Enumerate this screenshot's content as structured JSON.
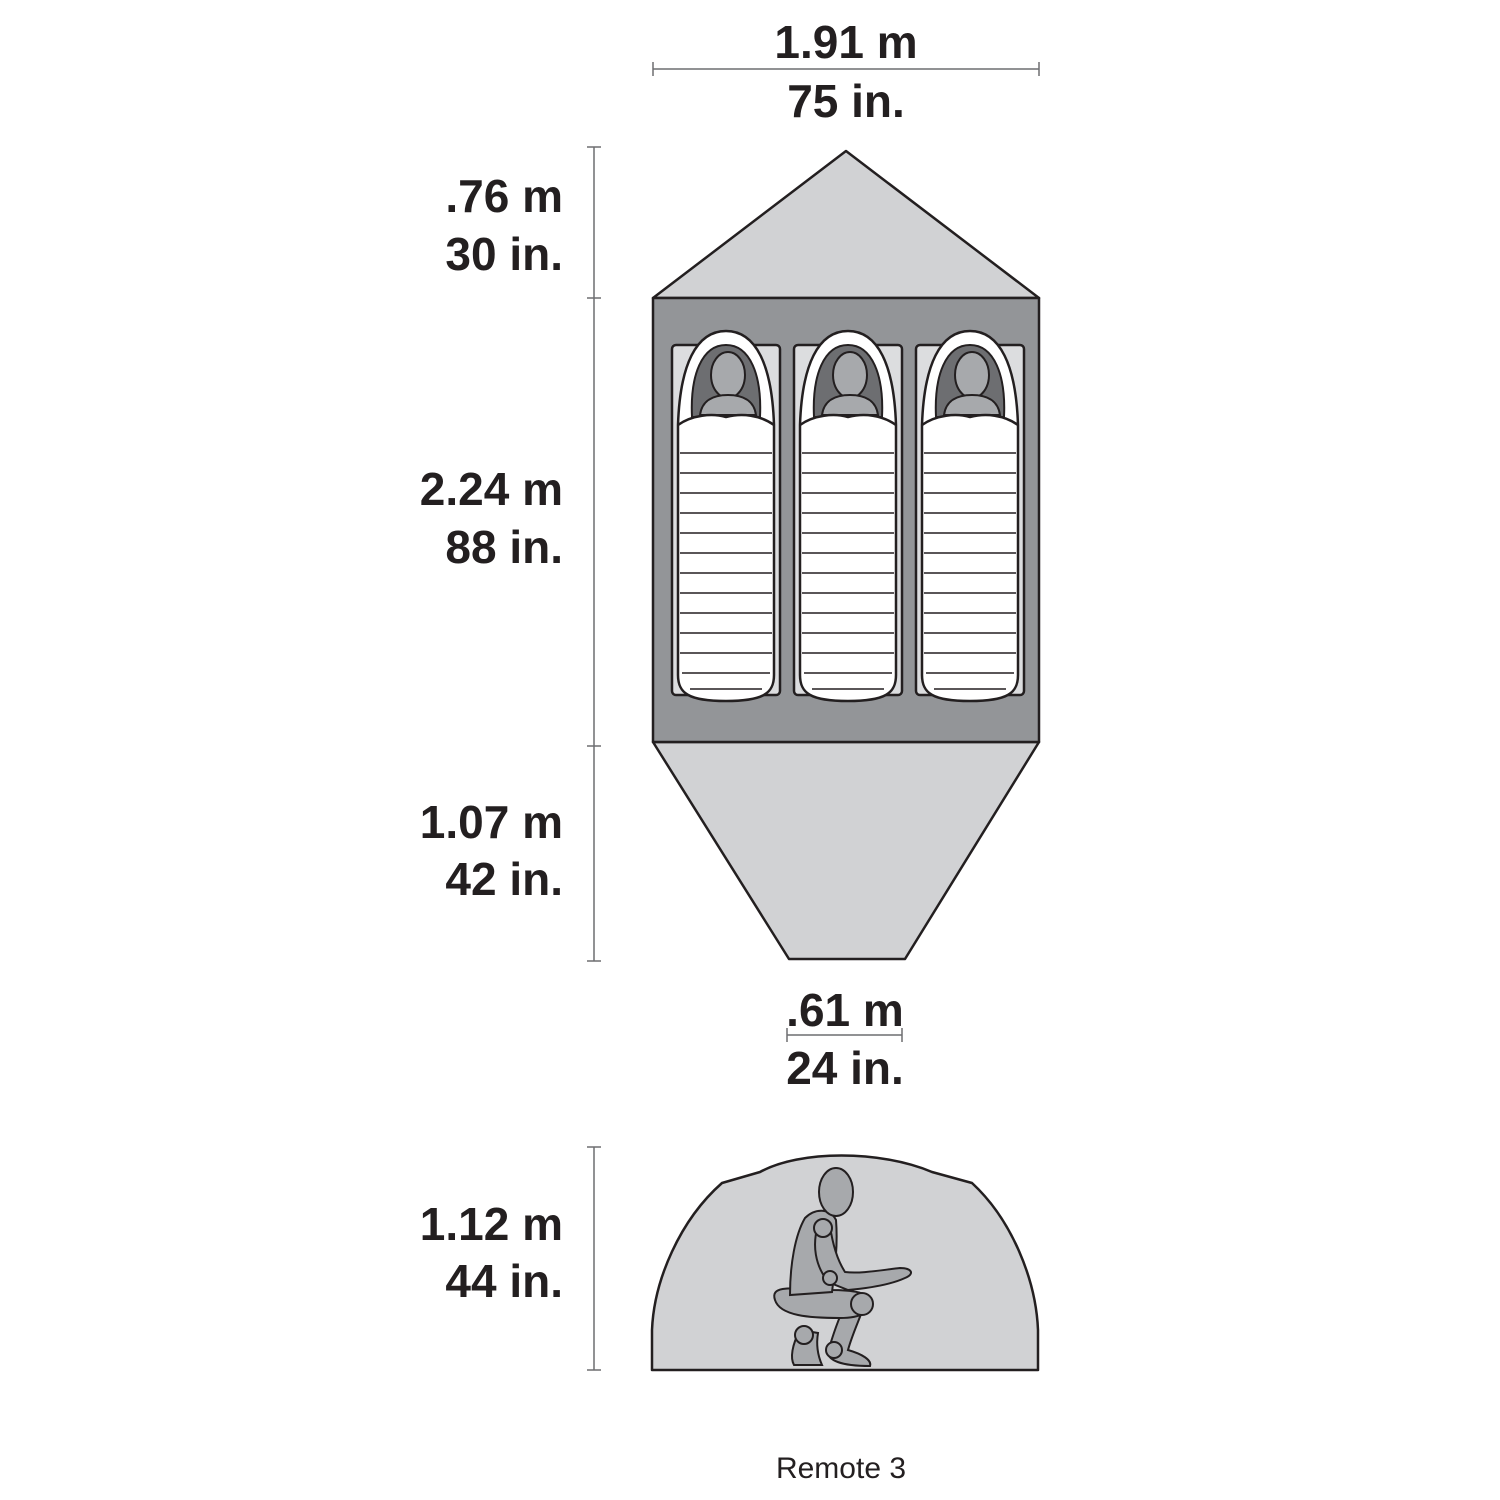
{
  "diagram": {
    "caption": "Remote 3",
    "colors": {
      "vestibule": "#d1d2d4",
      "tent_floor": "#939598",
      "pad": "#dcdddf",
      "bag": "#ffffff",
      "figure": "#a7a9ac",
      "hood": "#6d6e71",
      "outline": "#231f20",
      "dimension_line": "#6d6e71",
      "text": "#231f20"
    },
    "dimensions": {
      "total_width": {
        "metric": "1.91 m",
        "imperial": "75 in."
      },
      "front_vestibule": {
        "metric": ".76 m",
        "imperial": "30 in."
      },
      "floor_length": {
        "metric": "2.24 m",
        "imperial": "88 in."
      },
      "rear_vestibule": {
        "metric": "1.07 m",
        "imperial": "42 in."
      },
      "rear_width": {
        "metric": ".61 m",
        "imperial": "24 in."
      },
      "peak_height": {
        "metric": "1.12 m",
        "imperial": "44 in."
      }
    },
    "sleepers": [
      {
        "id": 1
      },
      {
        "id": 2
      },
      {
        "id": 3
      }
    ]
  }
}
